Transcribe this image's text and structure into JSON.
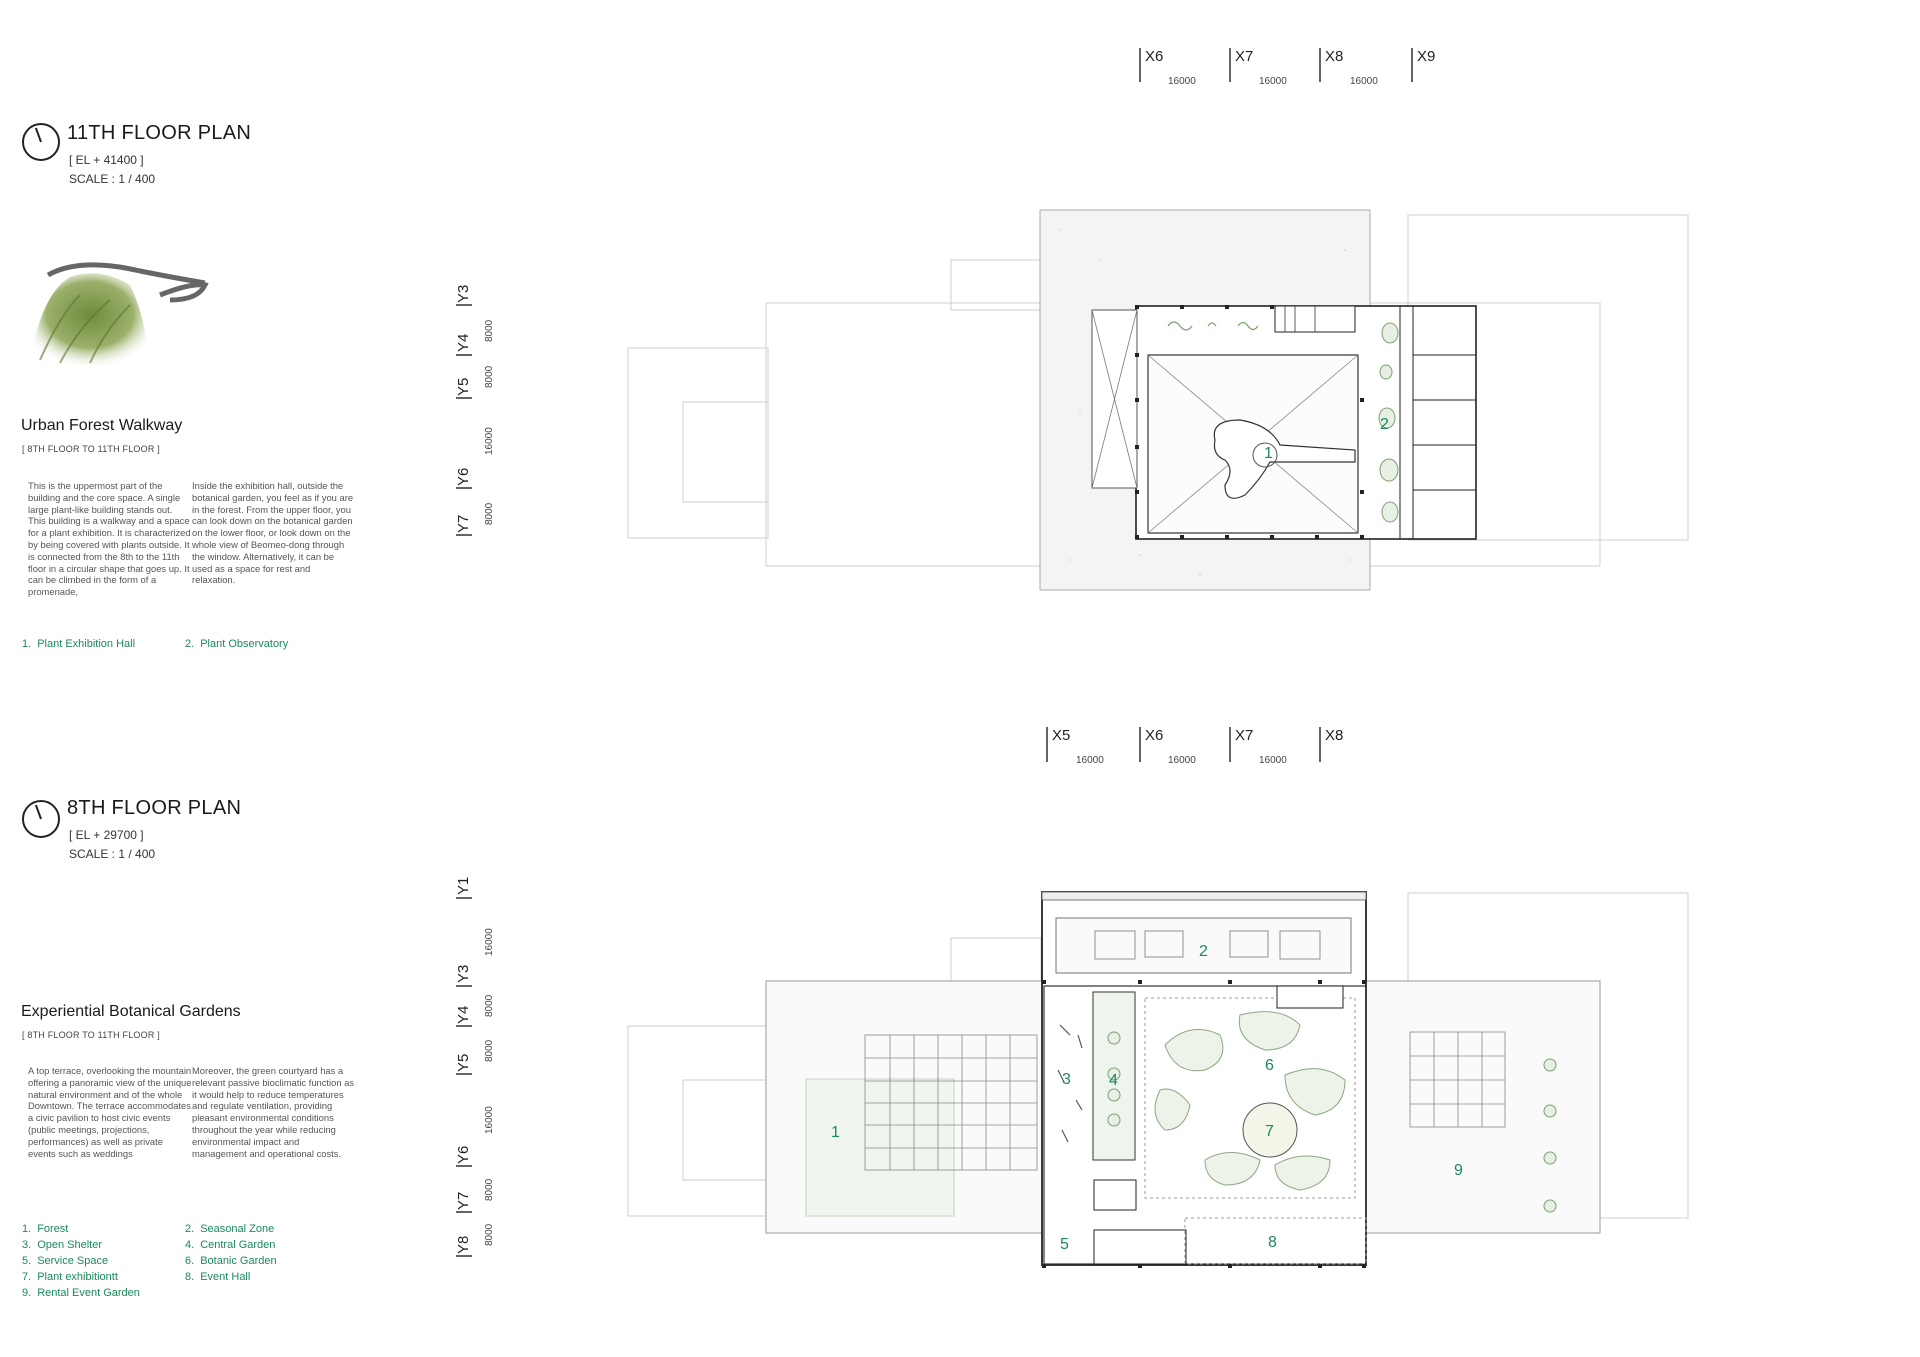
{
  "colors": {
    "accent_green": "#1a8a5a",
    "ink": "#222222",
    "line": "#bbbbbb"
  },
  "top": {
    "title": "11TH FLOOR PLAN",
    "elevation": "[ EL + 41400 ]",
    "scale": "SCALE : 1 / 400",
    "subtitle": "Urban Forest Walkway",
    "range": "[ 8TH FLOOR TO 11TH FLOOR ]",
    "desc_left": "This is the uppermost part of the building and the core space. A single large plant-like building stands out. This building is a walkway and a space for a plant exhibition. It is characterized by being covered with plants outside. It is connected from the 8th to the 11th floor in a circular shape that goes up. It can be climbed in the form of a promenade,",
    "desc_right": "Inside the exhibition hall, outside the botanical garden, you feel as if you are in the forest. From the upper floor, you can look down on the botanical garden on the lower floor, or look down on the whole view of Beomeo-dong through the window. Alternatively, it can be used as a space for rest and relaxation.",
    "legend": [
      {
        "num": "1.",
        "label": "Plant Exhibition Hall"
      },
      {
        "num": "2.",
        "label": "Plant Observatory"
      }
    ],
    "grid_x": [
      "X6",
      "X7",
      "X8",
      "X9"
    ],
    "dims_x": [
      "16000",
      "16000",
      "16000"
    ],
    "grid_y": [
      "Y3",
      "Y4",
      "Y5",
      "Y6",
      "Y7"
    ],
    "dims_y": [
      "8000",
      "8000",
      "16000",
      "8000"
    ],
    "rooms": [
      "1",
      "2"
    ]
  },
  "bottom": {
    "title": "8TH FLOOR PLAN",
    "elevation": "[ EL + 29700 ]",
    "scale": "SCALE : 1 / 400",
    "subtitle": "Experiential Botanical Gardens",
    "range": "[ 8TH FLOOR TO 11TH FLOOR ]",
    "desc_left": "A top terrace, overlooking the mountain offering a panoramic view of the unique natural environment and of the whole Downtown. The terrace accommodates a civic pavilion to host civic events (public meetings, projections, performances) as well as private events such as weddings",
    "desc_right": "Moreover, the green courtyard has a relevant passive bioclimatic function as it would help to reduce temperatures and regulate ventilation, providing pleasant environmental conditions throughout the year while reducing environmental impact and management and operational costs.",
    "legend": [
      {
        "num": "1.",
        "label": "Forest"
      },
      {
        "num": "2.",
        "label": "Seasonal Zone"
      },
      {
        "num": "3.",
        "label": "Open Shelter"
      },
      {
        "num": "4.",
        "label": "Central Garden"
      },
      {
        "num": "5.",
        "label": "Service Space"
      },
      {
        "num": "6.",
        "label": "Botanic Garden"
      },
      {
        "num": "7.",
        "label": "Plant exhibitiontt"
      },
      {
        "num": "8.",
        "label": "Event Hall"
      },
      {
        "num": "9.",
        "label": "Rental Event Garden"
      }
    ],
    "grid_x": [
      "X5",
      "X6",
      "X7",
      "X8"
    ],
    "dims_x": [
      "16000",
      "16000",
      "16000"
    ],
    "grid_y": [
      "Y1",
      "Y3",
      "Y4",
      "Y5",
      "Y6",
      "Y7",
      "Y8"
    ],
    "dims_y": [
      "16000",
      "8000",
      "8000",
      "16000",
      "8000",
      "8000"
    ],
    "rooms": [
      "1",
      "2",
      "3",
      "4",
      "5",
      "6",
      "7",
      "8",
      "9"
    ]
  }
}
